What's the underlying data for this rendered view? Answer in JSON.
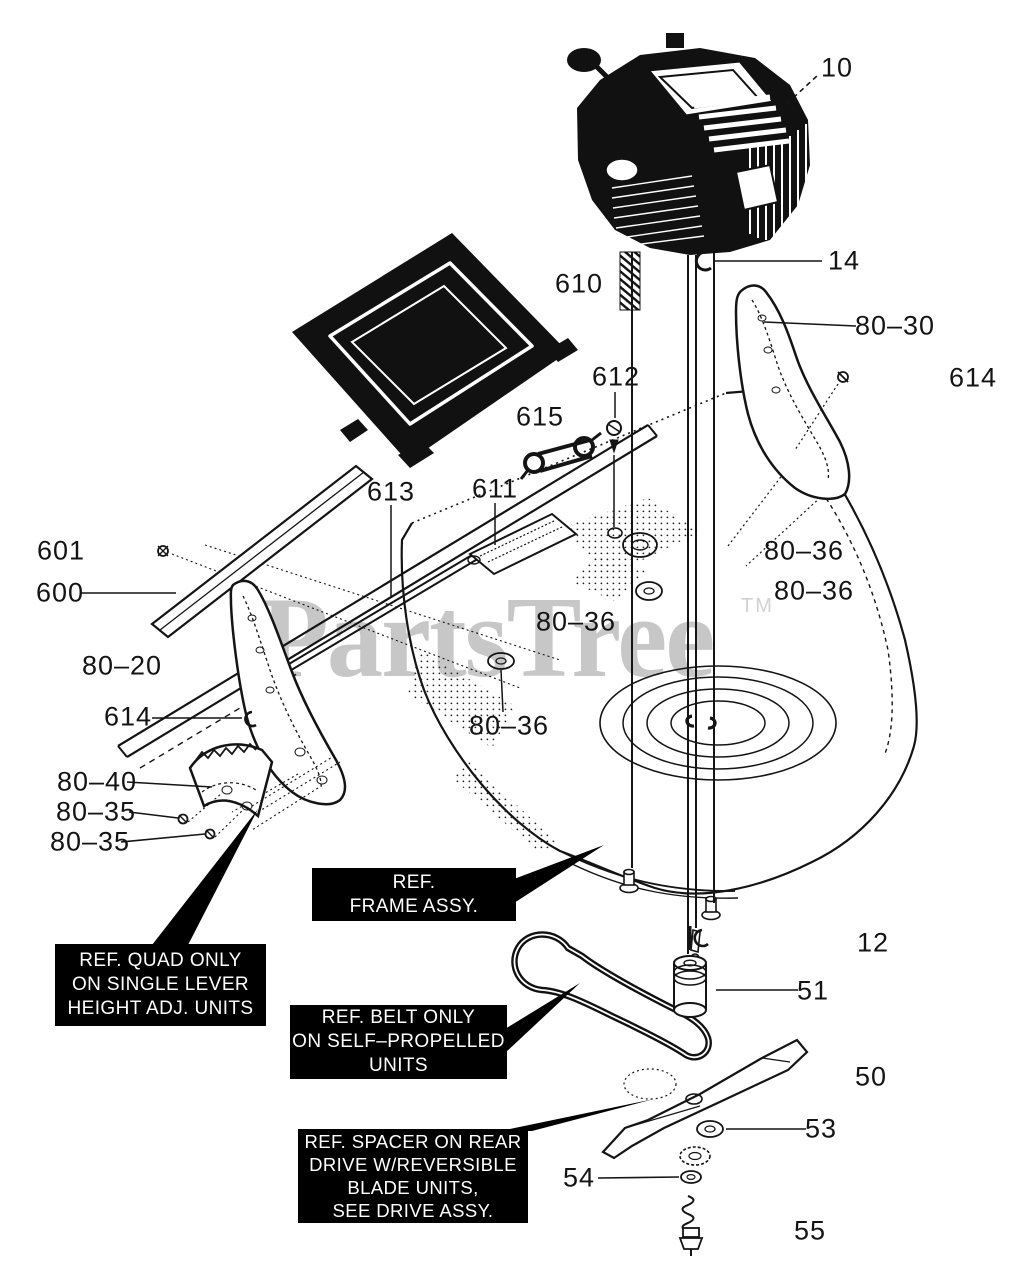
{
  "watermark": {
    "text": "PartsTree",
    "tm": "TM"
  },
  "labels": [
    {
      "text": "10"
    },
    {
      "text": "14"
    },
    {
      "text": "80–30"
    },
    {
      "text": "614"
    },
    {
      "text": "610"
    },
    {
      "text": "612"
    },
    {
      "text": "615"
    },
    {
      "text": "613"
    },
    {
      "text": "611"
    },
    {
      "text": "601"
    },
    {
      "text": "600"
    },
    {
      "text": "80–20"
    },
    {
      "text": "614"
    },
    {
      "text": "80–40"
    },
    {
      "text": "80–35"
    },
    {
      "text": "80–35"
    },
    {
      "text": "80–36"
    },
    {
      "text": "80–36"
    },
    {
      "text": "80–36"
    },
    {
      "text": "80–36"
    },
    {
      "text": "12"
    },
    {
      "text": "51"
    },
    {
      "text": "50"
    },
    {
      "text": "53"
    },
    {
      "text": "54"
    },
    {
      "text": "55"
    }
  ],
  "callouts": {
    "frame": {
      "text": "REF.\nFRAME ASSY."
    },
    "quad": {
      "text": "REF. QUAD ONLY\nON SINGLE LEVER\nHEIGHT ADJ. UNITS"
    },
    "belt": {
      "text": "REF. BELT ONLY\nON SELF–PROPELLED\nUNITS"
    },
    "spacer": {
      "text": "REF. SPACER ON REAR\nDRIVE W/REVERSIBLE\nBLADE UNITS,\nSEE DRIVE ASSY."
    }
  },
  "colors": {
    "ink": "#141414",
    "background": "#ffffff",
    "watermark": "#c7c7c7",
    "callout_bg": "#000000",
    "callout_text": "#ffffff"
  }
}
